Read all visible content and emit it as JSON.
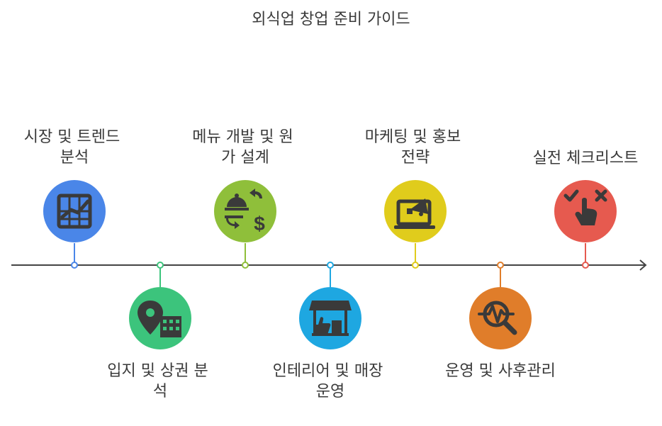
{
  "title": "외식업 창업 준비 가이드",
  "steps": [
    {
      "lines": [
        "시장 및 트렌드",
        "분석"
      ],
      "color": "#4a86e8",
      "icon": "chart-grid-icon"
    },
    {
      "lines": [
        "입지 및 상권 분",
        "석"
      ],
      "color": "#3cc47c",
      "icon": "location-building-icon"
    },
    {
      "lines": [
        "메뉴 개발 및 원",
        "가 설계"
      ],
      "color": "#8fbf3a",
      "icon": "cloche-dollar-icon"
    },
    {
      "lines": [
        "인테리어 및 매장",
        "운영"
      ],
      "color": "#1ea7e1",
      "icon": "storefront-thumbs-up-icon"
    },
    {
      "lines": [
        "마케팅 및 홍보",
        "전략"
      ],
      "color": "#e0cc1c",
      "icon": "laptop-megaphone-icon"
    },
    {
      "lines": [
        "운영 및 사후관리"
      ],
      "color": "#e07d2a",
      "icon": "magnifier-pulse-icon"
    },
    {
      "lines": [
        "실전 체크리스트"
      ],
      "color": "#e65a4f",
      "icon": "hand-check-cross-icon"
    }
  ]
}
